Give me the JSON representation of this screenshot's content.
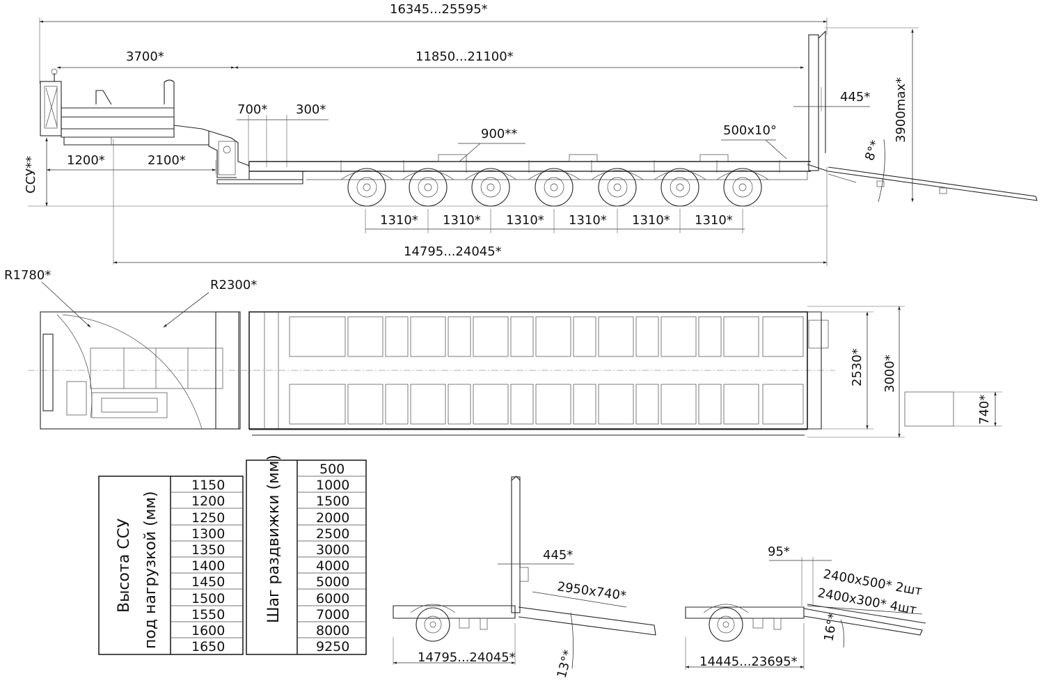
{
  "side_view": {
    "overall_length": "16345...25595*",
    "gooseneck_length": "3700*",
    "deck_length": "11850...21100*",
    "dim_700": "700*",
    "dim_300": "300*",
    "dim_900": "900**",
    "dim_500x10": "500x10°",
    "dim_445": "445*",
    "height_max": "3900max*",
    "ramp_angle": "8°*",
    "fifth_wheel_height": "ССУ**",
    "dim_1200": "1200*",
    "dim_2100": "2100*",
    "axle_spacings": [
      "1310*",
      "1310*",
      "1310*",
      "1310*",
      "1310*",
      "1310*"
    ],
    "kingpin_to_rear": "14795...24045*"
  },
  "top_view": {
    "radius_small": "R1780*",
    "radius_large": "R2300*",
    "inner_width": "2530*",
    "outer_width": "3000*",
    "ramp_width": "740*"
  },
  "table_ssu": {
    "header": "Высота ССУ\nпод нагрузкой (мм)",
    "header_line1": "Высота ССУ",
    "header_line2": "под нагрузкой (мм)",
    "values": [
      "1150",
      "1200",
      "1250",
      "1300",
      "1350",
      "1400",
      "1450",
      "1500",
      "1550",
      "1600",
      "1650"
    ]
  },
  "table_step": {
    "header": "Шаг раздвижки (мм)",
    "values": [
      "500",
      "1000",
      "1500",
      "2000",
      "2500",
      "3000",
      "4000",
      "5000",
      "6000",
      "7000",
      "8000",
      "9250"
    ]
  },
  "detail_left": {
    "dim_445": "445*",
    "ramp_size": "2950x740*",
    "ramp_angle": "13°*",
    "length": "14795...24045*"
  },
  "detail_right": {
    "dim_95": "95*",
    "ramp_a": "2400x500* 2шт",
    "ramp_b": "2400x300* 4шт",
    "ramp_angle": "16°*",
    "length": "14445...23695*"
  }
}
